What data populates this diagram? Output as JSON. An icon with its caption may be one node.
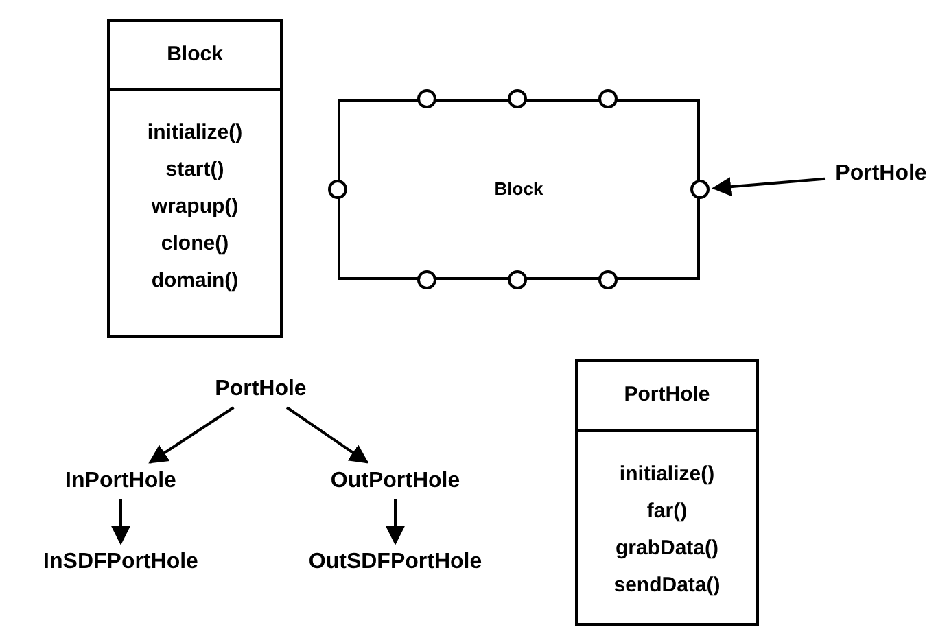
{
  "diagram": {
    "nodes": [
      {
        "text": [
          "Block",
          "initialize()",
          "start()",
          "wrapup()",
          "clone()",
          "domain()"
        ]
      },
      {
        "text": [
          "Block"
        ]
      },
      {
        "text": [],
        "shape": "circle"
      },
      {
        "text": [],
        "shape": "circle"
      },
      {
        "text": [],
        "shape": "circle"
      },
      {
        "text": [],
        "shape": "circle"
      },
      {
        "text": [],
        "shape": "circle"
      },
      {
        "text": [],
        "shape": "circle"
      },
      {
        "text": [],
        "shape": "circle"
      },
      {
        "text": [],
        "shape": "circle"
      },
      {
        "text": [
          "PortHole"
        ]
      },
      {
        "text": [
          "PortHole"
        ]
      },
      {
        "text": [
          "InPortHole"
        ]
      },
      {
        "text": [
          "OutPortHole"
        ]
      },
      {
        "text": [
          "InSDFPortHole"
        ]
      },
      {
        "text": [
          "OutSDFPortHole"
        ]
      },
      {
        "text": [
          "PortHole",
          "initialize()",
          "far()",
          "grabData()",
          "sendData()"
        ]
      }
    ],
    "edges": [
      {
        "from": 10,
        "to": 6,
        "arrow": "to"
      },
      {
        "from": 11,
        "to": 12,
        "arrow": "to"
      },
      {
        "from": 11,
        "to": 13,
        "arrow": "to"
      },
      {
        "from": 12,
        "to": 14,
        "arrow": "to"
      },
      {
        "from": 13,
        "to": 15,
        "arrow": "to"
      }
    ]
  }
}
